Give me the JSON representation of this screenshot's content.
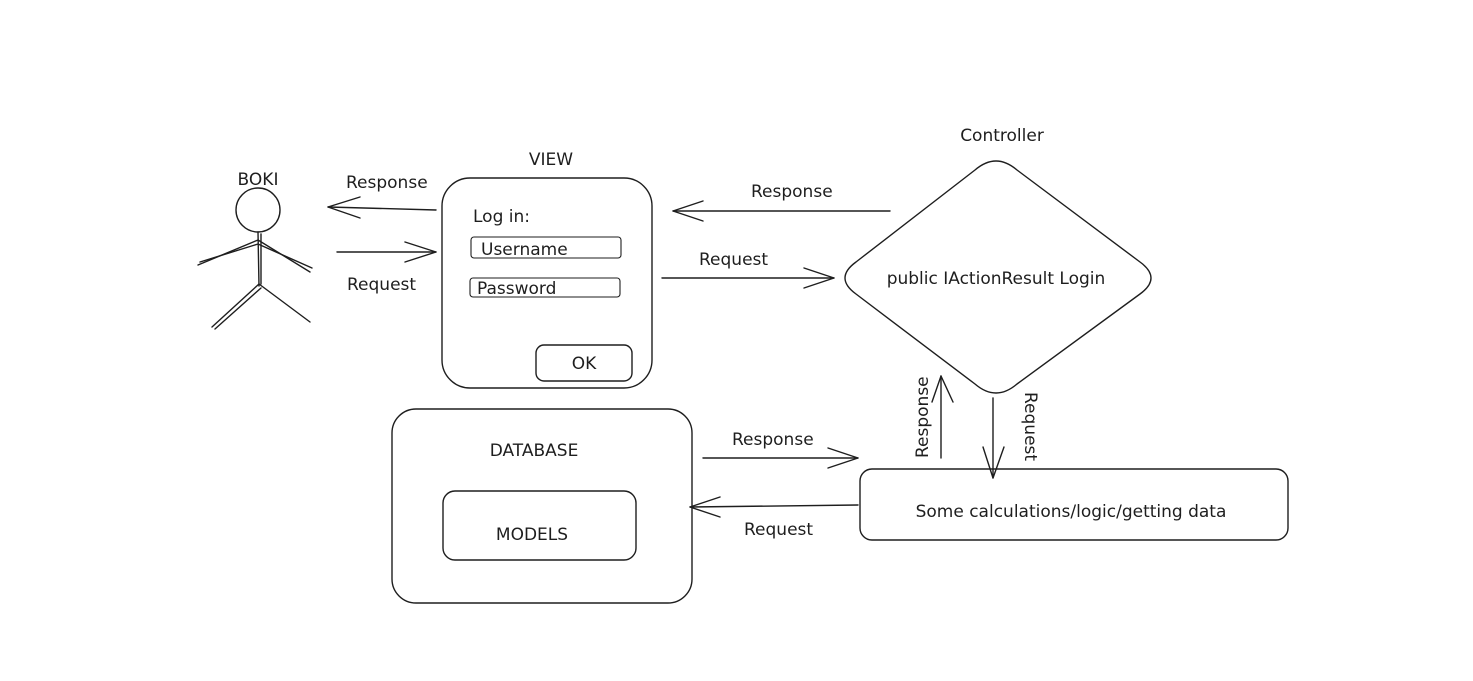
{
  "actor": {
    "name": "BOKI"
  },
  "view": {
    "title": "VIEW",
    "login_label": "Log in:",
    "username_placeholder": "Username",
    "password_placeholder": "Password",
    "ok_label": "OK"
  },
  "controller": {
    "title": "Controller",
    "method": "public IActionResult Login"
  },
  "database": {
    "title": "DATABASE",
    "models": "MODELS"
  },
  "logic": {
    "label": "Some calculations/logic/getting data"
  },
  "arrows": {
    "view_to_user": "Response",
    "user_to_view": "Request",
    "controller_to_view": "Response",
    "view_to_controller": "Request",
    "logic_to_controller": "Response",
    "controller_to_logic": "Request",
    "db_to_logic": "Response",
    "logic_to_db": "Request"
  },
  "colors": {
    "ink": "#1e1e1e",
    "background": "#ffffff"
  }
}
